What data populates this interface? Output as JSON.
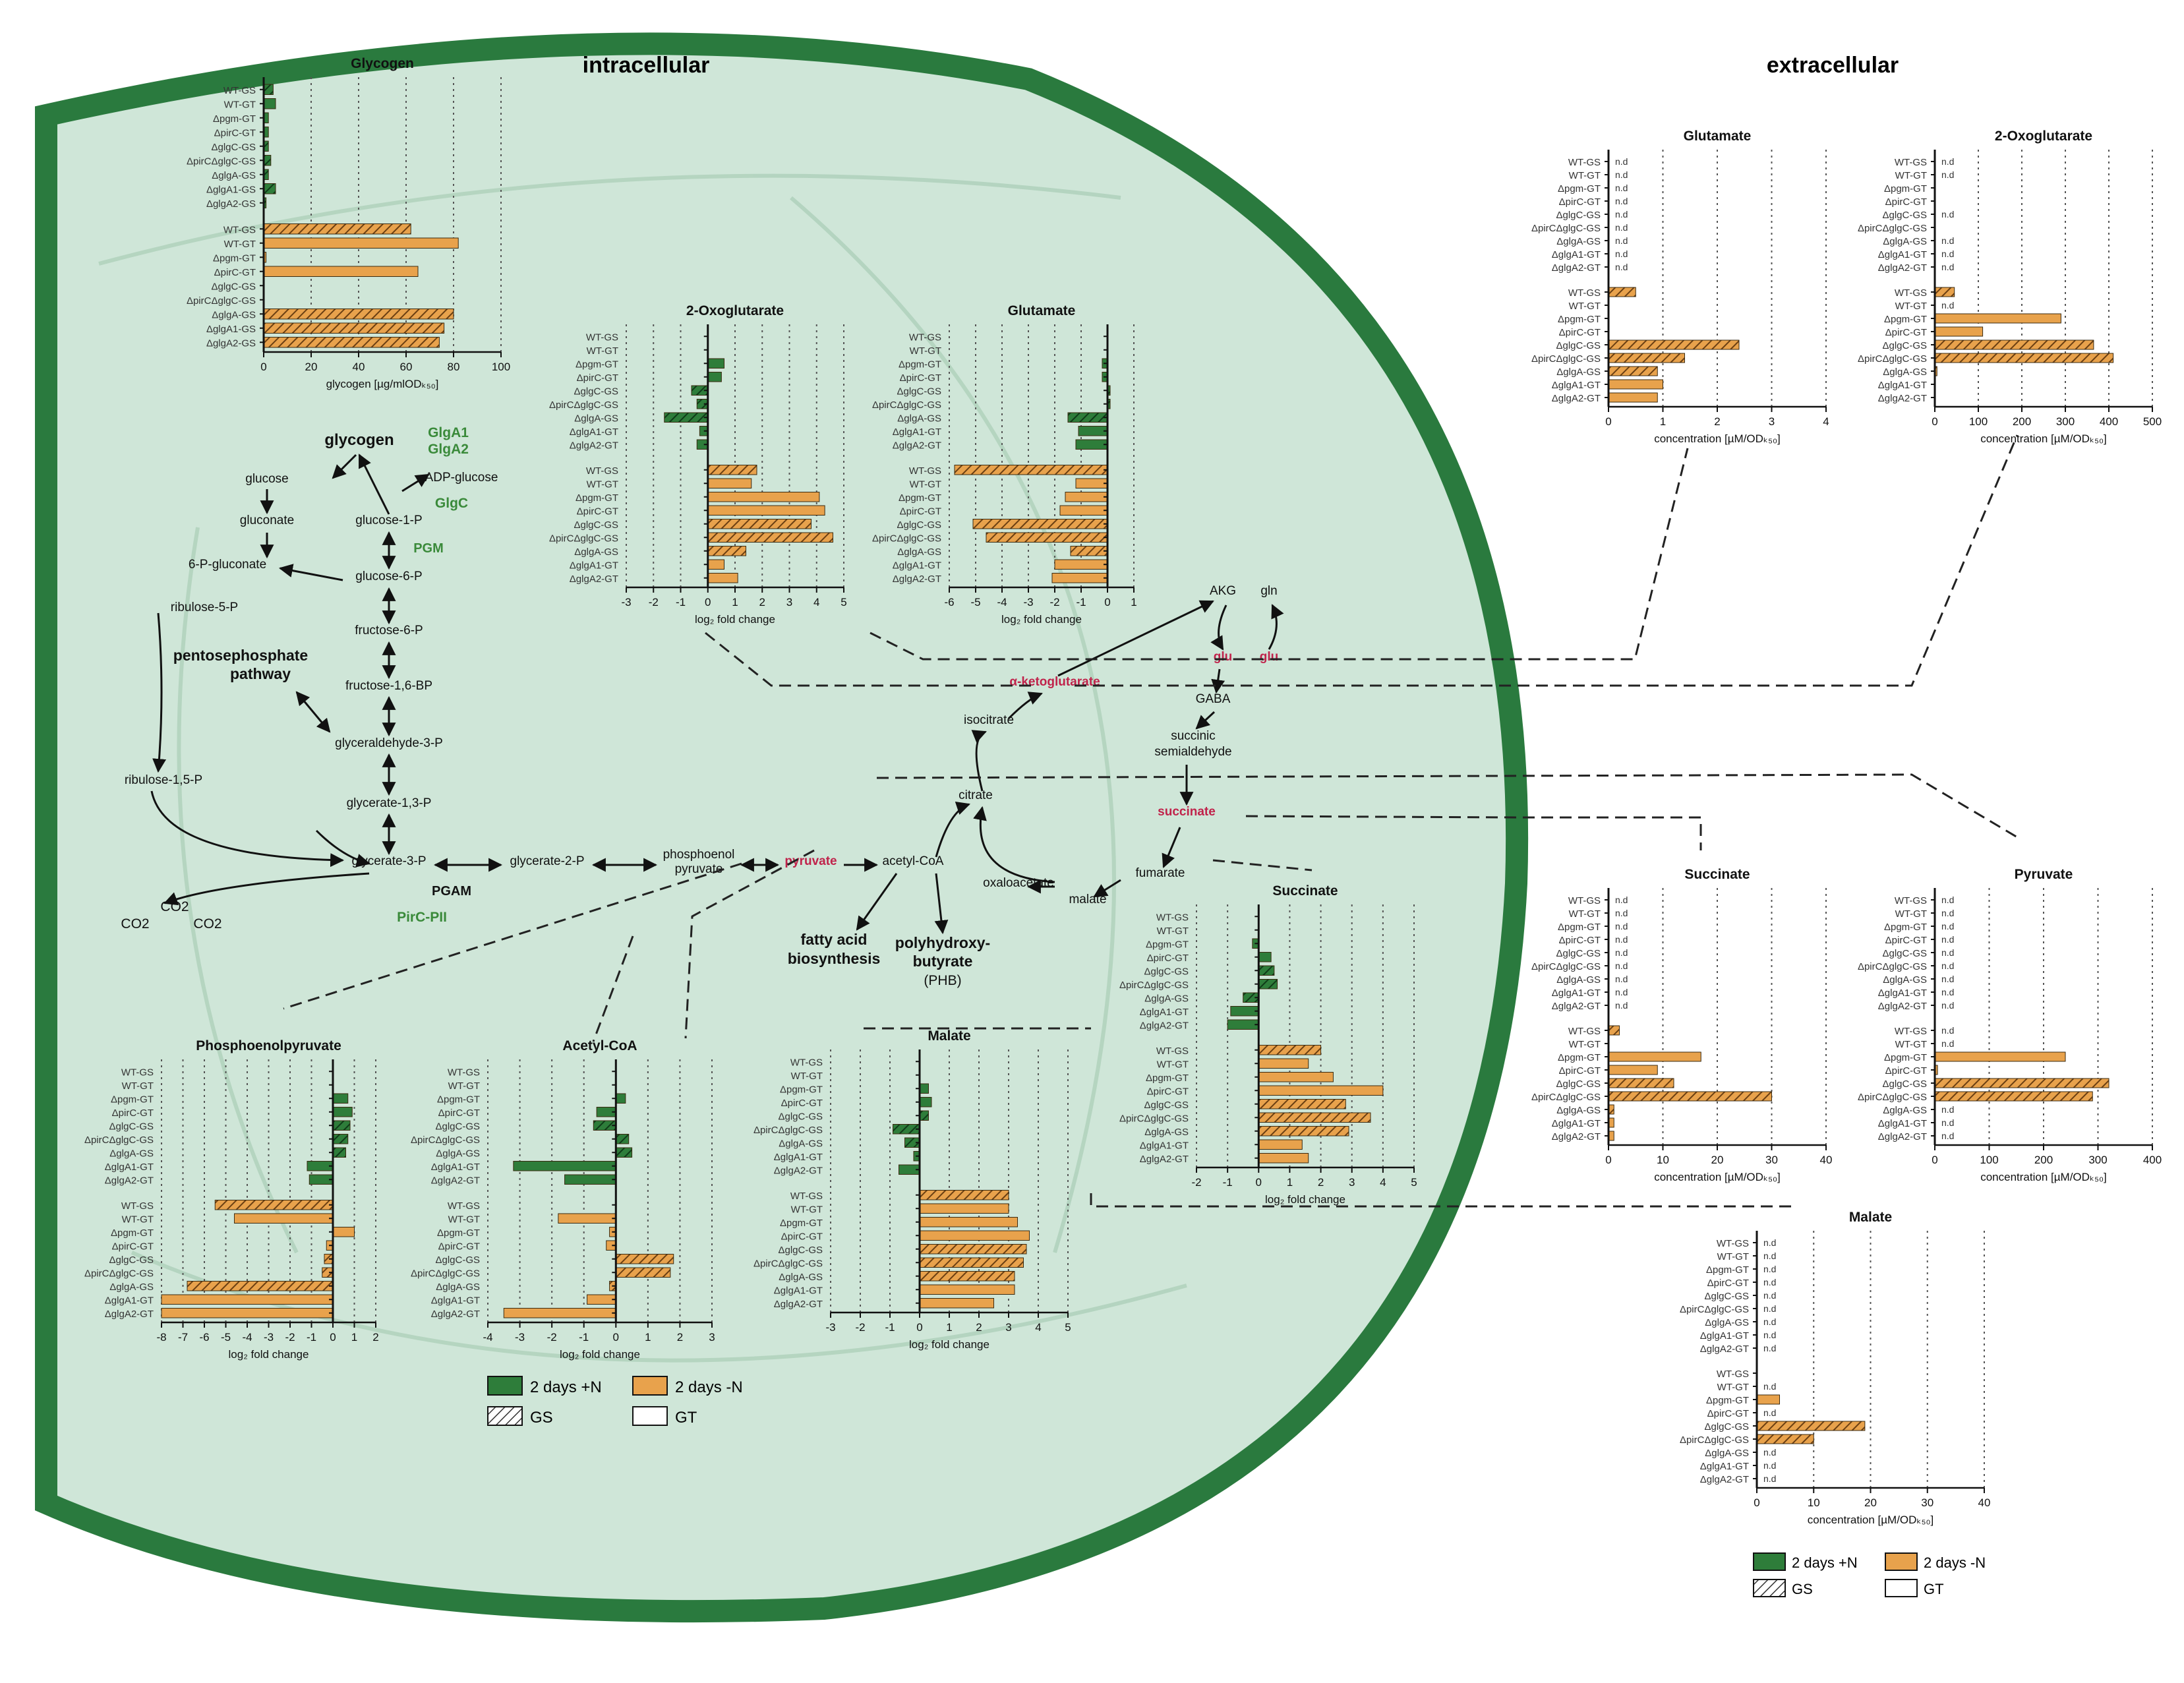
{
  "section_titles": {
    "intracellular": "intracellular",
    "extracellular": "extracellular"
  },
  "colors": {
    "plusN": "#2e7d3a",
    "minusN": "#e8a24c",
    "cell_fill": "#cfe6d8",
    "cell_border": "#2a7a3e",
    "metabolite_red": "#c0234b",
    "enzyme_green": "#3a8a3a"
  },
  "legend": {
    "plusN": "2 days +N",
    "minusN": "2 days -N",
    "gs": "GS",
    "gt": "GT"
  },
  "pathway": {
    "glycogen": "glycogen",
    "glgA1": "GlgA1",
    "glgA2": "GlgA2",
    "adp_glucose": "ADP-glucose",
    "glgC": "GlgC",
    "glucose": "glucose",
    "gluconate": "gluconate",
    "glucose_1p": "glucose-1-P",
    "pgm": "PGM",
    "p6_gluconate": "6-P-gluconate",
    "glucose_6p": "glucose-6-P",
    "ribulose_5p": "ribulose-5-P",
    "fructose_6p": "fructose-6-P",
    "ppp": "pentosephosphate pathway",
    "fructose_16bp": "fructose-1,6-BP",
    "gap": "glyceraldehyde-3-P",
    "ribulose_15bp": "ribulose-1,5-P",
    "bpg": "glycerate-1,3-P",
    "pg3": "glycerate-3-P",
    "pg2": "glycerate-2-P",
    "pgam": "PGAM",
    "pirc": "PirC-PII",
    "co2": "CO2",
    "pep": "phosphoenol pyruvate",
    "pyruvate": "pyruvate",
    "acetyl_coa": "acetyl-CoA",
    "fab": "fatty acid biosynthesis",
    "phb": "polyhydroxy-butyrate (PHB)",
    "citrate": "citrate",
    "isocitrate": "isocitrate",
    "akg": "α-ketoglutarate",
    "akg_short": "AKG",
    "gln": "gln",
    "glu": "glu",
    "gaba": "GABA",
    "ssa": "succinic semialdehyde",
    "succinate": "succinate",
    "fumarate": "fumarate",
    "malate": "malate",
    "oxaloacetate": "oxaloacetate"
  },
  "chart_data": [
    {
      "id": "intra_glycogen",
      "type": "bar",
      "orientation": "horizontal",
      "title": "Glycogen",
      "xlabel": "glycogen [µg/mlODₖ₅₀]",
      "xlim": [
        0,
        100
      ],
      "xticks": [
        0,
        20,
        40,
        60,
        80,
        100
      ],
      "groups": [
        {
          "condition": "2 days +N",
          "categories": [
            "WT-GS",
            "WT-GT",
            "Δpgm-GT",
            "ΔpirC-GT",
            "ΔglgC-GS",
            "ΔpirCΔglgC-GS",
            "ΔglgA-GS",
            "ΔglgA1-GS",
            "ΔglgA2-GS"
          ],
          "values": [
            4,
            5,
            2,
            2,
            2,
            3,
            2,
            5,
            1
          ]
        },
        {
          "condition": "2 days -N",
          "categories": [
            "WT-GS",
            "WT-GT",
            "Δpgm-GT",
            "ΔpirC-GT",
            "ΔglgC-GS",
            "ΔpirCΔglgC-GS",
            "ΔglgA-GS",
            "ΔglgA1-GS",
            "ΔglgA2-GS"
          ],
          "values": [
            62,
            82,
            1,
            65,
            0,
            0,
            80,
            76,
            74
          ]
        }
      ]
    },
    {
      "id": "intra_2og",
      "type": "bar",
      "orientation": "horizontal",
      "title": "2-Oxoglutarate",
      "xlabel": "log₂ fold change",
      "xlim": [
        -3,
        5
      ],
      "xticks": [
        -3,
        -2,
        -1,
        0,
        1,
        2,
        3,
        4,
        5
      ],
      "groups": [
        {
          "condition": "2 days +N",
          "categories": [
            "WT-GS",
            "WT-GT",
            "Δpgm-GT",
            "ΔpirC-GT",
            "ΔglgC-GS",
            "ΔpirCΔglgC-GS",
            "ΔglgA-GS",
            "ΔglgA1-GT",
            "ΔglgA2-GT"
          ],
          "values": [
            0,
            0,
            0.6,
            0.5,
            -0.6,
            -0.4,
            -1.6,
            -0.3,
            -0.4
          ]
        },
        {
          "condition": "2 days -N",
          "categories": [
            "WT-GS",
            "WT-GT",
            "Δpgm-GT",
            "ΔpirC-GT",
            "ΔglgC-GS",
            "ΔpirCΔglgC-GS",
            "ΔglgA-GS",
            "ΔglgA1-GT",
            "ΔglgA2-GT"
          ],
          "values": [
            1.8,
            1.6,
            4.1,
            4.3,
            3.8,
            4.6,
            1.4,
            0.6,
            1.1
          ]
        }
      ]
    },
    {
      "id": "intra_glutamate",
      "type": "bar",
      "orientation": "horizontal",
      "title": "Glutamate",
      "xlabel": "log₂ fold change",
      "xlim": [
        -6,
        1
      ],
      "xticks": [
        -6,
        -5,
        -4,
        -3,
        -2,
        -1,
        0,
        1
      ],
      "groups": [
        {
          "condition": "2 days +N",
          "categories": [
            "WT-GS",
            "WT-GT",
            "Δpgm-GT",
            "ΔpirC-GT",
            "ΔglgC-GS",
            "ΔpirCΔglgC-GS",
            "ΔglgA-GS",
            "ΔglgA1-GT",
            "ΔglgA2-GT"
          ],
          "values": [
            0,
            0,
            -0.2,
            -0.2,
            0.1,
            0.1,
            -1.5,
            -1.1,
            -1.2
          ]
        },
        {
          "condition": "2 days -N",
          "categories": [
            "WT-GS",
            "WT-GT",
            "Δpgm-GT",
            "ΔpirC-GT",
            "ΔglgC-GS",
            "ΔpirCΔglgC-GS",
            "ΔglgA-GS",
            "ΔglgA1-GT",
            "ΔglgA2-GT"
          ],
          "values": [
            -5.8,
            -1.2,
            -1.6,
            -1.8,
            -5.1,
            -4.6,
            -1.4,
            -2.0,
            -2.1
          ]
        }
      ]
    },
    {
      "id": "intra_pep",
      "type": "bar",
      "orientation": "horizontal",
      "title": "Phosphoenolpyruvate",
      "xlabel": "log₂ fold change",
      "xlim": [
        -8,
        2
      ],
      "xticks": [
        -8,
        -7,
        -6,
        -5,
        -4,
        -3,
        -2,
        -1,
        0,
        1,
        2
      ],
      "groups": [
        {
          "condition": "2 days +N",
          "categories": [
            "WT-GS",
            "WT-GT",
            "Δpgm-GT",
            "ΔpirC-GT",
            "ΔglgC-GS",
            "ΔpirCΔglgC-GS",
            "ΔglgA-GS",
            "ΔglgA1-GT",
            "ΔglgA2-GT"
          ],
          "values": [
            0,
            0,
            0.7,
            0.9,
            0.8,
            0.7,
            0.6,
            -1.2,
            -1.1
          ]
        },
        {
          "condition": "2 days -N",
          "categories": [
            "WT-GS",
            "WT-GT",
            "Δpgm-GT",
            "ΔpirC-GT",
            "ΔglgC-GS",
            "ΔpirCΔglgC-GS",
            "ΔglgA-GS",
            "ΔglgA1-GT",
            "ΔglgA2-GT"
          ],
          "values": [
            -5.5,
            -4.6,
            1.0,
            -0.3,
            -0.4,
            -0.5,
            -6.8,
            -8.0,
            -8.0
          ]
        }
      ]
    },
    {
      "id": "intra_accoa",
      "type": "bar",
      "orientation": "horizontal",
      "title": "Acetyl-CoA",
      "xlabel": "log₂ fold change",
      "xlim": [
        -4,
        3
      ],
      "xticks": [
        -4,
        -3,
        -2,
        -1,
        0,
        1,
        2,
        3
      ],
      "groups": [
        {
          "condition": "2 days +N",
          "categories": [
            "WT-GS",
            "WT-GT",
            "Δpgm-GT",
            "ΔpirC-GT",
            "ΔglgC-GS",
            "ΔpirCΔglgC-GS",
            "ΔglgA-GS",
            "ΔglgA1-GT",
            "ΔglgA2-GT"
          ],
          "values": [
            0,
            0,
            0.3,
            -0.6,
            -0.7,
            0.4,
            0.5,
            -3.2,
            -1.6
          ]
        },
        {
          "condition": "2 days -N",
          "categories": [
            "WT-GS",
            "WT-GT",
            "Δpgm-GT",
            "ΔpirC-GT",
            "ΔglgC-GS",
            "ΔpirCΔglgC-GS",
            "ΔglgA-GS",
            "ΔglgA1-GT",
            "ΔglgA2-GT"
          ],
          "values": [
            0,
            -1.8,
            -0.2,
            -0.3,
            1.8,
            1.7,
            -0.2,
            -0.9,
            -3.5
          ]
        }
      ]
    },
    {
      "id": "intra_malate",
      "type": "bar",
      "orientation": "horizontal",
      "title": "Malate",
      "xlabel": "log₂ fold change",
      "xlim": [
        -3,
        5
      ],
      "xticks": [
        -3,
        -2,
        -1,
        0,
        1,
        2,
        3,
        4,
        5
      ],
      "groups": [
        {
          "condition": "2 days +N",
          "categories": [
            "WT-GS",
            "WT-GT",
            "Δpgm-GT",
            "ΔpirC-GT",
            "ΔglgC-GS",
            "ΔpirCΔglgC-GS",
            "ΔglgA-GS",
            "ΔglgA1-GT",
            "ΔglgA2-GT"
          ],
          "values": [
            0,
            0,
            0.3,
            0.4,
            0.3,
            -0.9,
            -0.5,
            -0.2,
            -0.7
          ]
        },
        {
          "condition": "2 days -N",
          "categories": [
            "WT-GS",
            "WT-GT",
            "Δpgm-GT",
            "ΔpirC-GT",
            "ΔglgC-GS",
            "ΔpirCΔglgC-GS",
            "ΔglgA-GS",
            "ΔglgA1-GT",
            "ΔglgA2-GT"
          ],
          "values": [
            3.0,
            3.0,
            3.3,
            3.7,
            3.6,
            3.5,
            3.2,
            3.2,
            2.5
          ]
        }
      ]
    },
    {
      "id": "intra_succinate",
      "type": "bar",
      "orientation": "horizontal",
      "title": "Succinate",
      "xlabel": "log₂ fold change",
      "xlim": [
        -2,
        5
      ],
      "xticks": [
        -2,
        -1,
        0,
        1,
        2,
        3,
        4,
        5
      ],
      "groups": [
        {
          "condition": "2 days +N",
          "categories": [
            "WT-GS",
            "WT-GT",
            "Δpgm-GT",
            "ΔpirC-GT",
            "ΔglgC-GS",
            "ΔpirCΔglgC-GS",
            "ΔglgA-GS",
            "ΔglgA1-GT",
            "ΔglgA2-GT"
          ],
          "values": [
            0,
            0,
            -0.2,
            0.4,
            0.5,
            0.6,
            -0.5,
            -0.9,
            -1.0
          ]
        },
        {
          "condition": "2 days -N",
          "categories": [
            "WT-GS",
            "WT-GT",
            "Δpgm-GT",
            "ΔpirC-GT",
            "ΔglgC-GS",
            "ΔpirCΔglgC-GS",
            "ΔglgA-GS",
            "ΔglgA1-GT",
            "ΔglgA2-GT"
          ],
          "values": [
            2.0,
            1.6,
            2.4,
            4.0,
            2.8,
            3.6,
            2.9,
            1.4,
            1.6
          ]
        }
      ]
    },
    {
      "id": "extra_glutamate",
      "type": "bar",
      "orientation": "horizontal",
      "title": "Glutamate",
      "xlabel": "concentration [µM/ODₖ₅₀]",
      "xlim": [
        0,
        4
      ],
      "xticks": [
        0,
        1,
        2,
        3,
        4
      ],
      "groups": [
        {
          "condition": "2 days +N",
          "categories": [
            "WT-GS",
            "WT-GT",
            "Δpgm-GT",
            "ΔpirC-GT",
            "ΔglgC-GS",
            "ΔpirCΔglgC-GS",
            "ΔglgA-GS",
            "ΔglgA1-GT",
            "ΔglgA2-GT"
          ],
          "values": [
            0,
            0,
            0,
            0,
            0,
            0,
            0,
            0,
            0
          ],
          "labels": [
            "n.d",
            "n.d",
            "n.d",
            "n.d",
            "n.d",
            "n.d",
            "n.d",
            "n.d",
            "n.d"
          ]
        },
        {
          "condition": "2 days -N",
          "categories": [
            "WT-GS",
            "WT-GT",
            "Δpgm-GT",
            "ΔpirC-GT",
            "ΔglgC-GS",
            "ΔpirCΔglgC-GS",
            "ΔglgA-GS",
            "ΔglgA1-GT",
            "ΔglgA2-GT"
          ],
          "values": [
            0.5,
            0,
            0,
            0,
            2.4,
            1.4,
            0.9,
            1.0,
            0.9
          ],
          "labels": [
            "",
            "",
            "",
            "",
            "",
            "",
            "",
            "",
            ""
          ]
        }
      ]
    },
    {
      "id": "extra_2og",
      "type": "bar",
      "orientation": "horizontal",
      "title": "2-Oxoglutarate",
      "xlabel": "concentration [µM/ODₖ₅₀]",
      "xlim": [
        0,
        500
      ],
      "xticks": [
        0,
        100,
        200,
        300,
        400,
        500
      ],
      "groups": [
        {
          "condition": "2 days +N",
          "categories": [
            "WT-GS",
            "WT-GT",
            "Δpgm-GT",
            "ΔpirC-GT",
            "ΔglgC-GS",
            "ΔpirCΔglgC-GS",
            "ΔglgA-GS",
            "ΔglgA1-GT",
            "ΔglgA2-GT"
          ],
          "values": [
            0,
            0,
            0,
            0,
            0,
            0,
            0,
            0,
            0
          ],
          "labels": [
            "n.d",
            "n.d",
            "",
            "",
            "n.d",
            "",
            "n.d",
            "n.d",
            "n.d"
          ]
        },
        {
          "condition": "2 days -N",
          "categories": [
            "WT-GS",
            "WT-GT",
            "Δpgm-GT",
            "ΔpirC-GT",
            "ΔglgC-GS",
            "ΔpirCΔglgC-GS",
            "ΔglgA-GS",
            "ΔglgA1-GT",
            "ΔglgA2-GT"
          ],
          "values": [
            45,
            0,
            290,
            110,
            365,
            410,
            5,
            0,
            0
          ],
          "labels": [
            "",
            "n.d",
            "",
            "",
            "",
            "",
            "",
            "",
            ""
          ]
        }
      ]
    },
    {
      "id": "extra_succinate",
      "type": "bar",
      "orientation": "horizontal",
      "title": "Succinate",
      "xlabel": "concentration [µM/ODₖ₅₀]",
      "xlim": [
        0,
        40
      ],
      "xticks": [
        0,
        10,
        20,
        30,
        40
      ],
      "groups": [
        {
          "condition": "2 days +N",
          "categories": [
            "WT-GS",
            "WT-GT",
            "Δpgm-GT",
            "ΔpirC-GT",
            "ΔglgC-GS",
            "ΔpirCΔglgC-GS",
            "ΔglgA-GS",
            "ΔglgA1-GT",
            "ΔglgA2-GT"
          ],
          "values": [
            0,
            0,
            0,
            0,
            0,
            0,
            0,
            0,
            0
          ],
          "labels": [
            "n.d",
            "n.d",
            "n.d",
            "n.d",
            "n.d",
            "n.d",
            "n.d",
            "n.d",
            "n.d"
          ]
        },
        {
          "condition": "2 days -N",
          "categories": [
            "WT-GS",
            "WT-GT",
            "Δpgm-GT",
            "ΔpirC-GT",
            "ΔglgC-GS",
            "ΔpirCΔglgC-GS",
            "ΔglgA-GS",
            "ΔglgA1-GT",
            "ΔglgA2-GT"
          ],
          "values": [
            2,
            0,
            17,
            9,
            12,
            30,
            1,
            1,
            1
          ],
          "labels": [
            "",
            "",
            "",
            "",
            "",
            "",
            "",
            "",
            ""
          ]
        }
      ]
    },
    {
      "id": "extra_pyruvate",
      "type": "bar",
      "orientation": "horizontal",
      "title": "Pyruvate",
      "xlabel": "concentration [µM/ODₖ₅₀]",
      "xlim": [
        0,
        400
      ],
      "xticks": [
        0,
        100,
        200,
        300,
        400
      ],
      "groups": [
        {
          "condition": "2 days +N",
          "categories": [
            "WT-GS",
            "WT-GT",
            "Δpgm-GT",
            "ΔpirC-GT",
            "ΔglgC-GS",
            "ΔpirCΔglgC-GS",
            "ΔglgA-GS",
            "ΔglgA1-GT",
            "ΔglgA2-GT"
          ],
          "values": [
            0,
            0,
            0,
            0,
            0,
            0,
            0,
            0,
            0
          ],
          "labels": [
            "n.d",
            "n.d",
            "n.d",
            "n.d",
            "n.d",
            "n.d",
            "n.d",
            "n.d",
            "n.d"
          ]
        },
        {
          "condition": "2 days -N",
          "categories": [
            "WT-GS",
            "WT-GT",
            "Δpgm-GT",
            "ΔpirC-GT",
            "ΔglgC-GS",
            "ΔpirCΔglgC-GS",
            "ΔglgA-GS",
            "ΔglgA1-GT",
            "ΔglgA2-GT"
          ],
          "values": [
            0,
            0,
            240,
            5,
            320,
            290,
            0,
            0,
            0
          ],
          "labels": [
            "n.d",
            "n.d",
            "",
            "",
            "",
            "",
            "n.d",
            "n.d",
            "n.d"
          ]
        }
      ]
    },
    {
      "id": "extra_malate",
      "type": "bar",
      "orientation": "horizontal",
      "title": "Malate",
      "xlabel": "concentration [µM/ODₖ₅₀]",
      "xlim": [
        0,
        40
      ],
      "xticks": [
        0,
        10,
        20,
        30,
        40
      ],
      "groups": [
        {
          "condition": "2 days +N",
          "categories": [
            "WT-GS",
            "WT-GT",
            "Δpgm-GT",
            "ΔpirC-GT",
            "ΔglgC-GS",
            "ΔpirCΔglgC-GS",
            "ΔglgA-GS",
            "ΔglgA1-GT",
            "ΔglgA2-GT"
          ],
          "values": [
            0,
            0,
            0,
            0,
            0,
            0,
            0,
            0,
            0
          ],
          "labels": [
            "n.d",
            "n.d",
            "n.d",
            "n.d",
            "n.d",
            "n.d",
            "n.d",
            "n.d",
            "n.d"
          ]
        },
        {
          "condition": "2 days -N",
          "categories": [
            "WT-GS",
            "WT-GT",
            "Δpgm-GT",
            "ΔpirC-GT",
            "ΔglgC-GS",
            "ΔpirCΔglgC-GS",
            "ΔglgA-GS",
            "ΔglgA1-GT",
            "ΔglgA2-GT"
          ],
          "values": [
            0,
            0,
            4,
            0,
            19,
            10,
            0,
            0,
            0
          ],
          "labels": [
            "",
            "n.d",
            "",
            "n.d",
            "",
            "",
            "n.d",
            "n.d",
            "n.d"
          ]
        }
      ]
    }
  ]
}
